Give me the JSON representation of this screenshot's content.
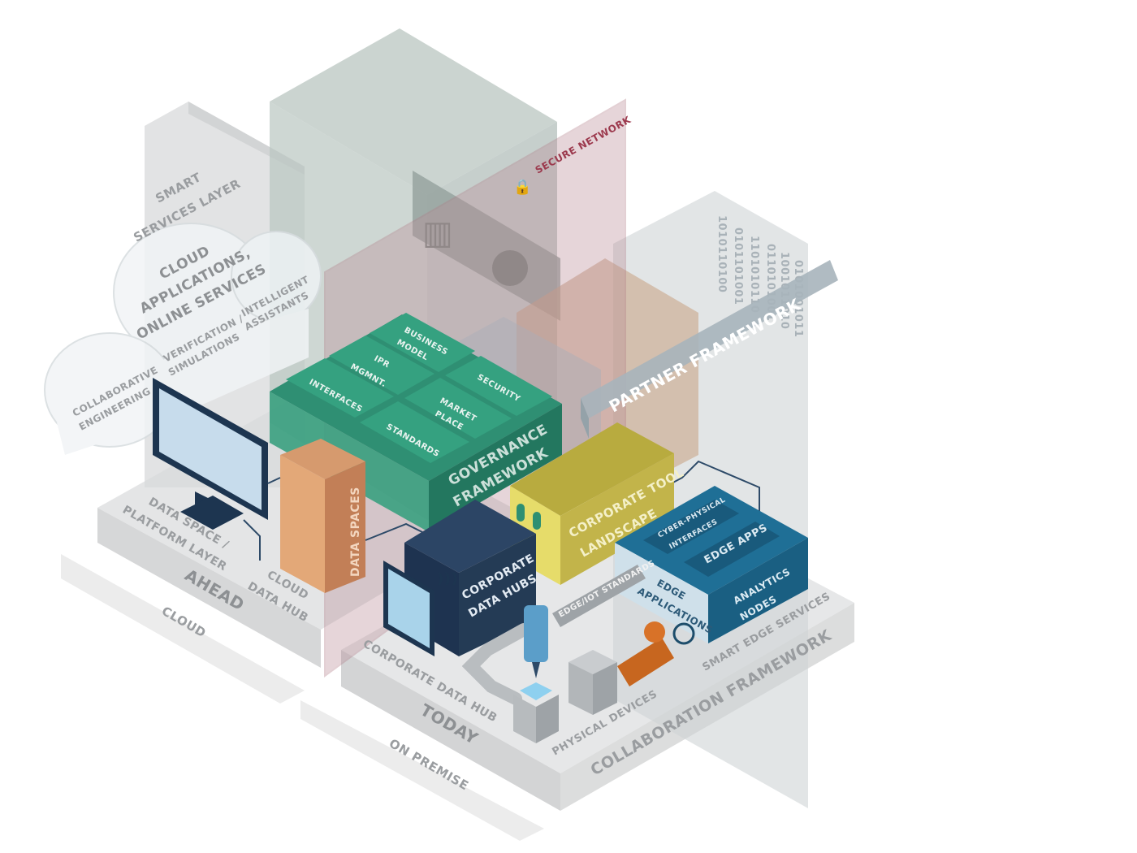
{
  "layers": {
    "smart_services": [
      "SMART",
      "SERVICES LAYER"
    ],
    "cloud_apps": [
      "CLOUD",
      "APPLICATIONS,",
      "ONLINE SERVICES"
    ],
    "intelligent_assistants": [
      "INTELLIGENT",
      "ASSISTANTS"
    ],
    "verification": [
      "VERIFICATION /",
      "SIMULATIONS"
    ],
    "collaborative": [
      "COLLABORATIVE",
      "ENGINEERING"
    ],
    "secure_network": "SECURE NETWORK",
    "partner_framework": "PARTNER FRAMEWORK",
    "data_space_layer": [
      "DATA SPACE /",
      "PLATFORM LAYER"
    ],
    "ahead": "AHEAD",
    "cloud_data_hub": [
      "CLOUD",
      "DATA HUB"
    ],
    "cloud": "CLOUD",
    "data_spaces": "DATA SPACES",
    "today": "TODAY",
    "on_premise": "ON PREMISE",
    "corporate_data_hub": "CORPORATE DATA HUB",
    "physical_devices": "PHYSICAL DEVICES",
    "collaboration_framework": "COLLABORATION FRAMEWORK",
    "smart_edge_services": "SMART EDGE SERVICES",
    "edge_iot_standards": "EDGE/IOT STANDARDS"
  },
  "governance": {
    "title": [
      "GOVERNANCE",
      "FRAMEWORK"
    ],
    "tiles": {
      "business_model": [
        "BUSINESS",
        "MODEL"
      ],
      "ipr": [
        "IPR",
        "MGMNT."
      ],
      "interfaces": "INTERFACES",
      "security": "SECURITY",
      "market_place": [
        "MARKET",
        "PLACE"
      ],
      "standards": "STANDARDS"
    }
  },
  "corporate_tool_landscape": [
    "CORPORATE TOOL",
    "LANDSCAPE"
  ],
  "corporate_data_hubs": [
    "CORPORATE",
    "DATA HUBS"
  ],
  "edge": {
    "cyber_physical": [
      "CYBER-PHYSICAL",
      "INTERFACES"
    ],
    "edge_apps": "EDGE APPS",
    "edge_applications": [
      "EDGE",
      "APPLICATIONS"
    ],
    "analytics_nodes": [
      "ANALYTICS",
      "NODES"
    ]
  },
  "binary_columns": [
    "1010110100",
    "0101101001",
    "1101010110",
    "0110101001",
    "1001011010",
    "0101001011"
  ],
  "colors": {
    "governance": "#2e8f72",
    "data_spaces": "#d9956a",
    "corporate_hub": "#243b55",
    "tool_landscape": "#c9bb4a",
    "edge": "#1f6f96",
    "secure_network": "#b07a86"
  }
}
